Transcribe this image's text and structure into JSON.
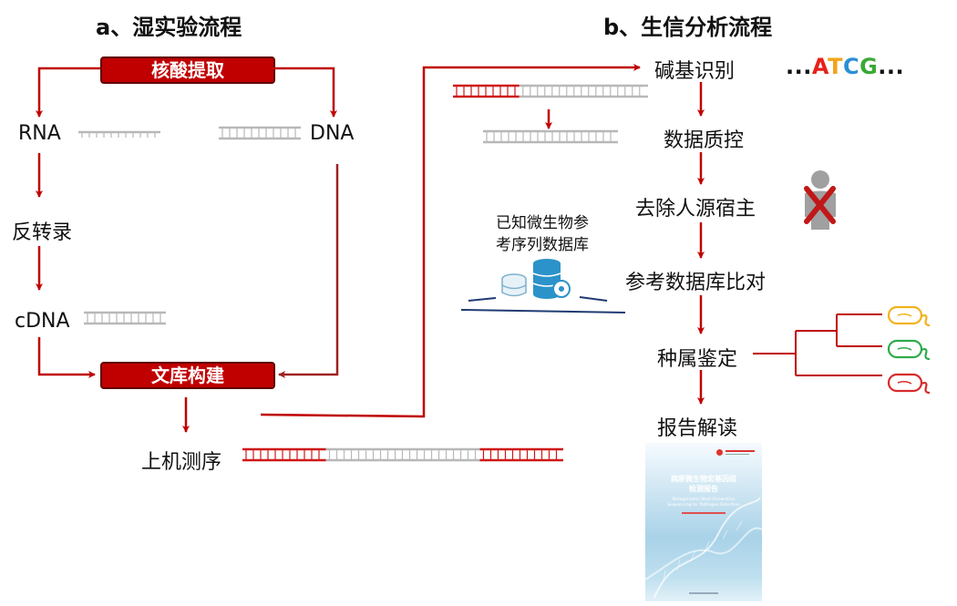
{
  "titles": {
    "wet_lab": "a、湿实验流程",
    "bioinfo": "b、生信分析流程"
  },
  "wet_lab": {
    "extraction": "核酸提取",
    "rna": "RNA",
    "dna": "DNA",
    "reverse_transcription": "反转录",
    "cdna": "cDNA",
    "library": "文库构建",
    "sequencing": "上机测序"
  },
  "bioinfo": {
    "base_calling": "碱基识别",
    "sequence_prefix": "...",
    "sequence_letters": [
      {
        "letter": "A",
        "color": "#e8201a"
      },
      {
        "letter": "T",
        "color": "#f2a31b"
      },
      {
        "letter": "C",
        "color": "#2b8fd6"
      },
      {
        "letter": "G",
        "color": "#3aa935"
      }
    ],
    "sequence_suffix": "...",
    "qc": "数据质控",
    "host_removal": "去除人源宿主",
    "alignment": "参考数据库比对",
    "identification": "种属鉴定",
    "report": "报告解读",
    "reference_db": [
      "已知微生物参",
      "考序列数据库"
    ]
  },
  "report_cover": {
    "title_line1": "病原微生物宏基因组",
    "title_line2": "检测报告",
    "subtitle_line1": "Metagenomic Next-Generation",
    "subtitle_line2": "Sequencing for Pathogen Detection"
  },
  "colors": {
    "accent_red": "#c00000",
    "bacteria": [
      "#f2b21b",
      "#2eaa4a",
      "#d62b2b"
    ],
    "db_icon": "#2b93c9"
  }
}
